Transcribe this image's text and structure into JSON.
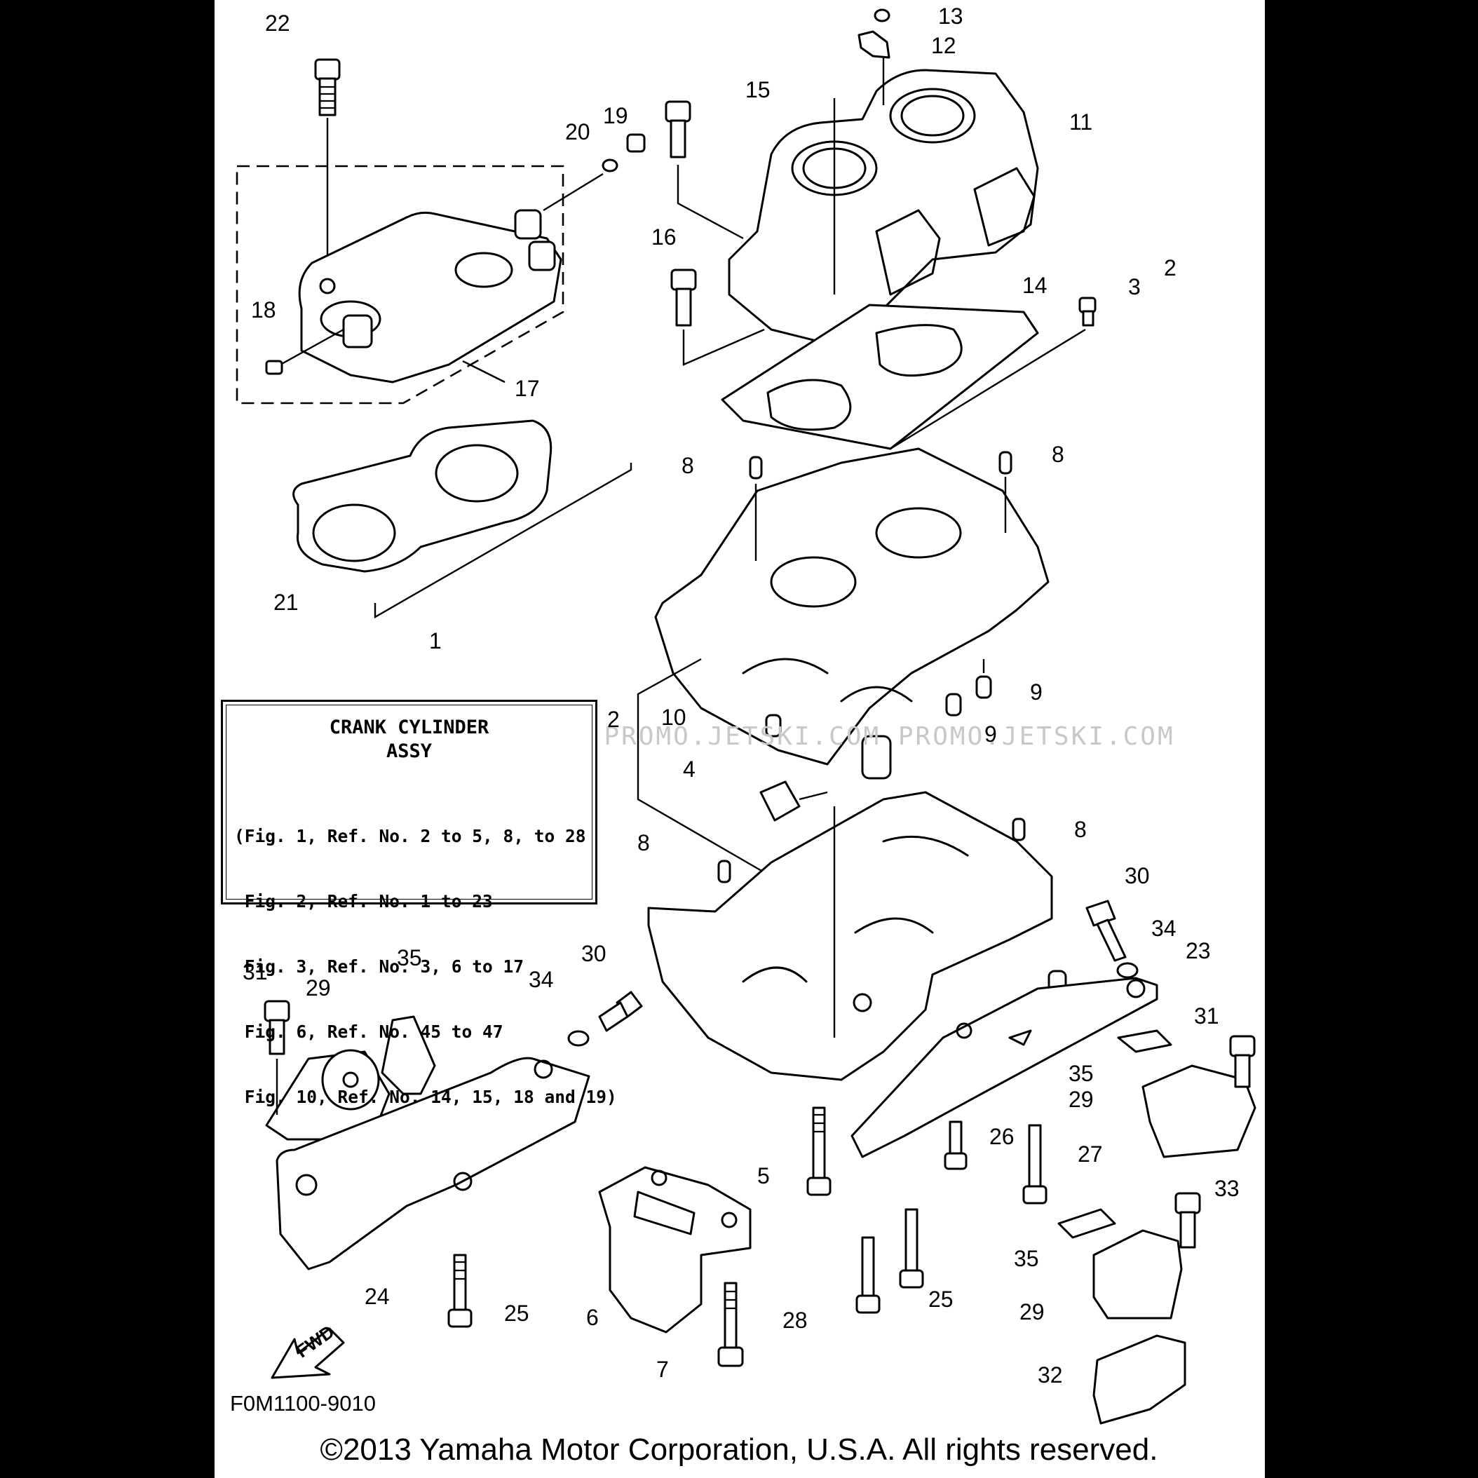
{
  "watermark": "JETSKI.COM  PROMO.JETSKI.COM  PROMO.JETSKI.COM",
  "legend_box": {
    "title": "CRANK CYLINDER\nASSY",
    "lines": [
      "(Fig. 1, Ref. No. 2 to 5, 8, to 28",
      " Fig. 2, Ref. No. 1 to 23",
      " Fig. 3, Ref. No. 3, 6 to 17",
      " Fig. 6, Ref. No. 45 to 47",
      " Fig. 10, Ref. No. 14, 15, 18 and 19)"
    ]
  },
  "figure_code": "F0M1100-9010",
  "copyright": "©2013 Yamaha Motor Corporation, U.S.A. All rights reserved.",
  "fwd_label": "FWD",
  "callouts": [
    "22",
    "13",
    "12",
    "15",
    "19",
    "20",
    "11",
    "16",
    "2",
    "3",
    "14",
    "18",
    "17",
    "8",
    "8",
    "21",
    "1",
    "9",
    "10",
    "9",
    "2",
    "4",
    "8",
    "8",
    "30",
    "34",
    "23",
    "31",
    "35",
    "29",
    "30",
    "34",
    "31",
    "35",
    "29",
    "26",
    "27",
    "5",
    "33",
    "35",
    "24",
    "25",
    "6",
    "28",
    "25",
    "29",
    "7",
    "32"
  ]
}
